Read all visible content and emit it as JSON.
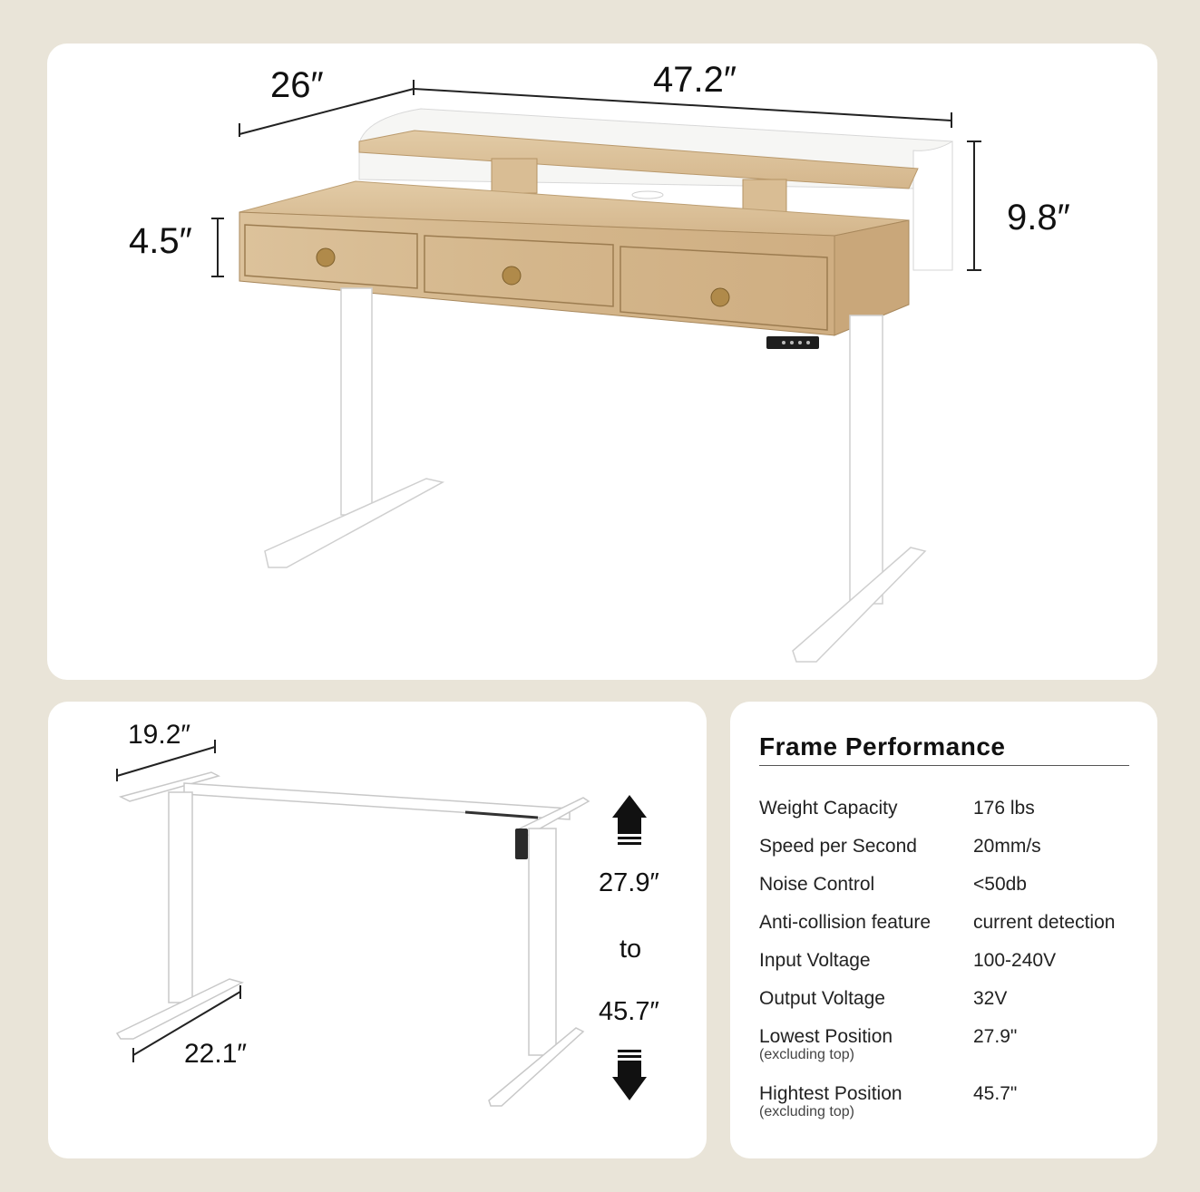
{
  "desk_dimensions": {
    "depth": "26″",
    "width": "47.2″",
    "drawer_height": "4.5″",
    "hutch_height": "9.8″"
  },
  "frame_dimensions": {
    "depth": "19.2″",
    "foot_length": "22.1″",
    "height_min": "27.9″",
    "height_connector": "to",
    "height_max": "45.7″",
    "up_icon": "arrow-up-icon",
    "down_icon": "arrow-down-icon"
  },
  "specs": {
    "title": "Frame Performance",
    "rows": [
      {
        "label": "Weight Capacity",
        "note": "",
        "value": "176 lbs"
      },
      {
        "label": "Speed per Second",
        "note": "",
        "value": "20mm/s"
      },
      {
        "label": "Noise Control",
        "note": "",
        "value": "<50db"
      },
      {
        "label": "Anti-collision feature",
        "note": "",
        "value": "current detection"
      },
      {
        "label": "Input Voltage",
        "note": "",
        "value": "100-240V"
      },
      {
        "label": "Output Voltage",
        "note": "",
        "value": "32V"
      },
      {
        "label": "Lowest Position",
        "note": "(excluding top)",
        "value": "27.9\""
      },
      {
        "label": "Hightest Position",
        "note": "(excluding top)",
        "value": "45.7\""
      }
    ]
  },
  "colors": {
    "background": "#e9e4d8",
    "panel": "#ffffff",
    "wood": "#d6b88e",
    "knob": "#b08a4a",
    "frame": "#ffffff"
  }
}
